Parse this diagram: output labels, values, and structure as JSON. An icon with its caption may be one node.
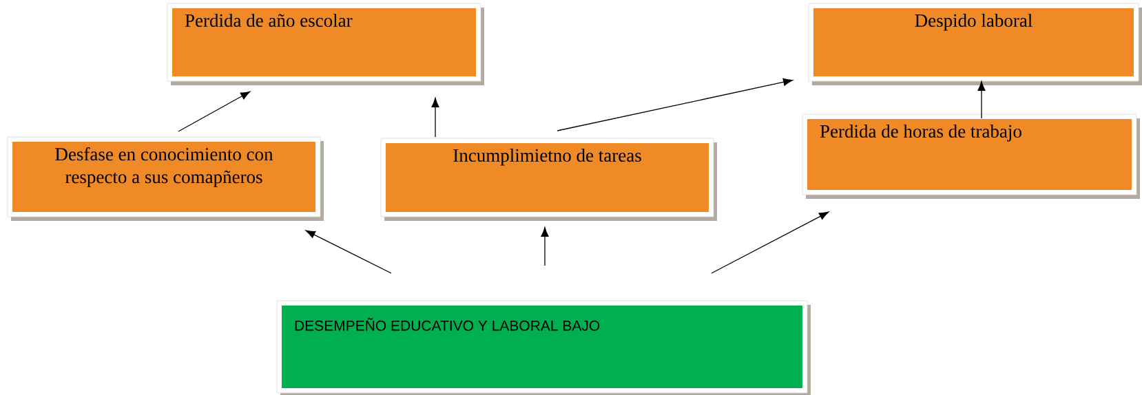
{
  "diagram": {
    "nodes": [
      {
        "text": [
          "Perdida de año escolar"
        ]
      },
      {
        "text": [
          "Despido laboral"
        ]
      },
      {
        "text": [
          "Desfase en conocimiento con respecto a sus comapñeros"
        ]
      },
      {
        "text": [
          "Incumplimietno de tareas"
        ]
      },
      {
        "text": [
          "Perdida de horas de trabajo"
        ]
      },
      {
        "text": [
          "DESEMPEÑO EDUCATIVO Y LABORAL  BAJO"
        ]
      }
    ],
    "edges": [
      {
        "from": 5,
        "to": 2,
        "arrow": "to"
      },
      {
        "from": 5,
        "to": 3,
        "arrow": "to"
      },
      {
        "from": 5,
        "to": 4,
        "arrow": "to"
      },
      {
        "from": 2,
        "to": 0,
        "arrow": "to"
      },
      {
        "from": 3,
        "to": 0,
        "arrow": "to"
      },
      {
        "from": 3,
        "to": 1,
        "arrow": "to"
      },
      {
        "from": 4,
        "to": 1,
        "arrow": "to"
      }
    ]
  }
}
